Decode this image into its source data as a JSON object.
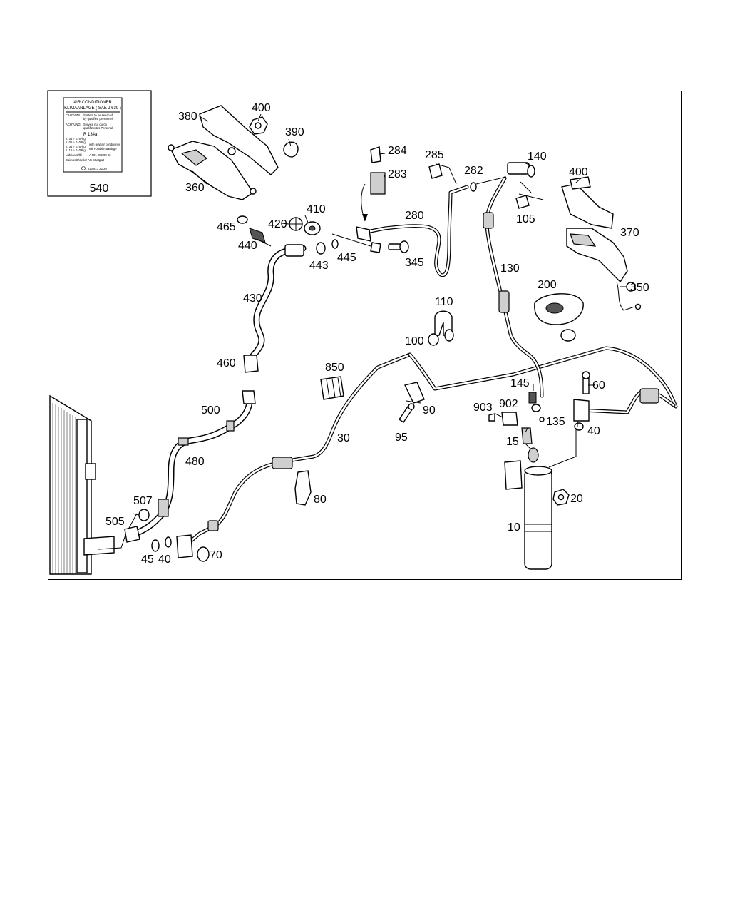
{
  "decal": {
    "title_line1": "AIR CONDITIONER",
    "title_line2": "KLIMAANLAGE ( SAE J 639 )",
    "caution_label": "CAUTION!",
    "caution_text1": "System to be serviced",
    "caution_text2": "by qualified personnel",
    "achtung_label": "ACHTUNG!",
    "achtung_text1": "Service nur durch",
    "achtung_text2": "qualifiziertes Personal",
    "refrigerant": "R 134a",
    "charge_1": "2. 33 ÷ 0. 67kg",
    "charge_2": "1. 05 ÷ 0. 03kg",
    "charge_3": "2. 33 ÷ 0. 67kg",
    "charge_4": "1. 15 ÷ 0. 03kg",
    "rear_text1": "with rear air conditioner",
    "rear_text2": "mit Fondklimaanlage",
    "lubricant_label": "Lubricant/Öl",
    "lubricant_value": "A 001 989 08 03",
    "maker": "DaimlerChrysler AG Stuttgart",
    "part_number": "220 817 32 20",
    "callout": "540"
  },
  "callouts": {
    "c10": "10",
    "c15": "15",
    "c20": "20",
    "c30": "30",
    "c40a": "40",
    "c40b": "40",
    "c45": "45",
    "c60": "60",
    "c70": "70",
    "c80": "80",
    "c90": "90",
    "c95": "95",
    "c100": "100",
    "c105": "105",
    "c110": "110",
    "c130": "130",
    "c135": "135",
    "c140": "140",
    "c145": "145",
    "c200": "200",
    "c280": "280",
    "c282": "282",
    "c283": "283",
    "c284": "284",
    "c285": "285",
    "c345": "345",
    "c350": "350",
    "c360": "360",
    "c370": "370",
    "c380": "380",
    "c390": "390",
    "c400a": "400",
    "c400b": "400",
    "c410": "410",
    "c420": "420",
    "c430": "430",
    "c440": "440",
    "c443": "443",
    "c445": "445",
    "c460": "460",
    "c465": "465",
    "c480": "480",
    "c500": "500",
    "c505": "505",
    "c507": "507",
    "c850": "850",
    "c902": "902",
    "c903": "903"
  }
}
